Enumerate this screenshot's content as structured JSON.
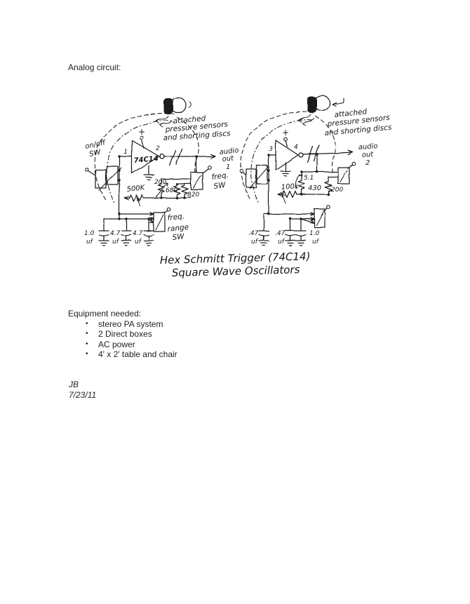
{
  "page": {
    "title": "Analog circuit:",
    "equipment": {
      "heading": "Equipment needed:",
      "bullet": "•",
      "items": [
        "stereo PA system",
        "2 Direct boxes",
        "AC power",
        "4' x 2' table and chair"
      ]
    },
    "footer": {
      "initials": "JB",
      "date": "7/23/11"
    }
  },
  "circuit": {
    "ink_color": "#1d1d1d",
    "caption": {
      "line1": "Hex Schmitt Trigger (74C14)",
      "line2": "Square Wave Oscillators"
    },
    "left": {
      "note1": "attached",
      "note2": "pressure sensors",
      "note3": "and shorting discs",
      "onoff1": "on/off",
      "onoff2": "SW",
      "chip": "74C14",
      "pin_in": "1",
      "pin_out": "2",
      "plus": "+",
      "audio1": "audio",
      "audio2": "out",
      "audio3": "1",
      "freqsw1": "freq.",
      "freqsw2": "SW",
      "pot": "500K",
      "r1": "200",
      "r2": "680",
      "r3": "820",
      "range1": "freq.",
      "range2": "range",
      "range3": "SW",
      "cap1_val": "1.0",
      "cap1_unit": "uf",
      "cap2_val": "4.7",
      "cap2_unit": "uf",
      "cap3_val": "4.7",
      "cap3_unit": "uf"
    },
    "right": {
      "note1": "attached",
      "note2": "pressure sensors",
      "note3": "and shorting discs",
      "pin_in": "3",
      "pin_out": "4",
      "plus": "+",
      "audio1": "audio",
      "audio2": "out",
      "audio3": "2",
      "pot": "100k",
      "r_trim": "5.1",
      "r1": "430",
      "r2": "200",
      "cap1_val": ".47",
      "cap1_unit": "uf",
      "cap2_val": ".47",
      "cap2_unit": "uf",
      "cap3_val": "1.0",
      "cap3_unit": "uf"
    }
  }
}
